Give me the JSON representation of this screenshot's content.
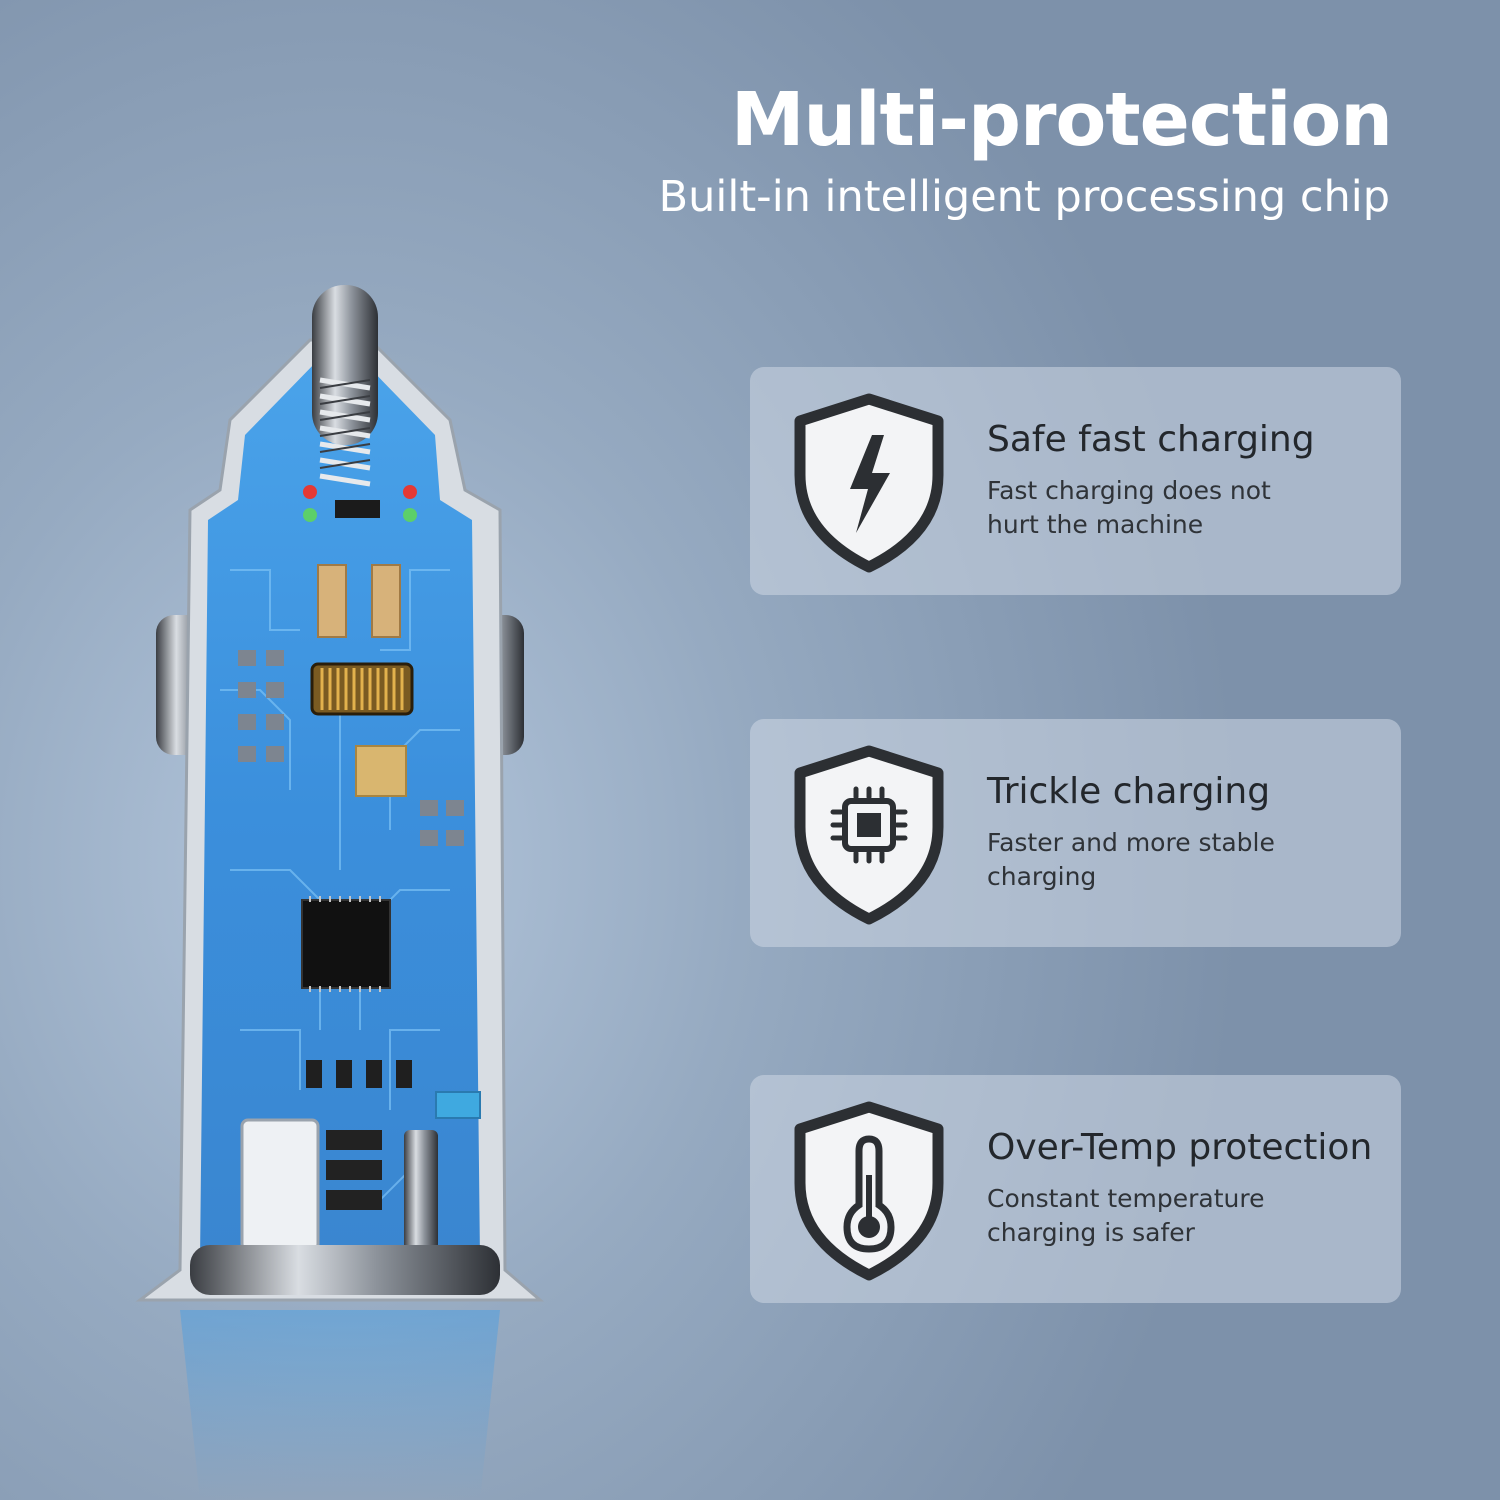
{
  "header": {
    "title": "Multi-protection",
    "subtitle": "Built-in intelligent processing chip"
  },
  "features": [
    {
      "title": "Safe fast charging",
      "description": "Fast charging does not hurt the machine",
      "icon": "lightning-shield-icon"
    },
    {
      "title": "Trickle charging",
      "description": "Faster and more stable charging",
      "icon": "chip-shield-icon"
    },
    {
      "title": "Over-Temp protection",
      "description": "Constant temperature charging is safer",
      "icon": "thermometer-shield-icon"
    }
  ],
  "colors": {
    "pcb": "#3f97df",
    "shield_outline": "#2c2f33",
    "card_text": "#23272c",
    "title_text": "#ffffff"
  }
}
